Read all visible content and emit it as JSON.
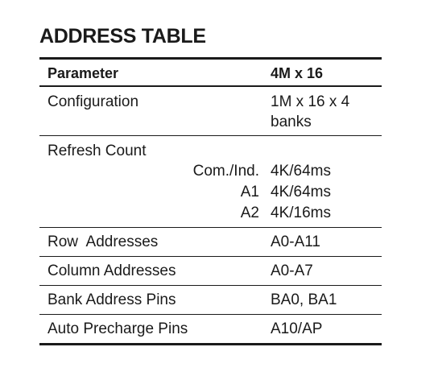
{
  "title": "ADDRESS TABLE",
  "header": {
    "parameter": "Parameter",
    "value": "4M x 16"
  },
  "configuration": {
    "label": "Configuration",
    "value_line1": "1M x 16 x 4",
    "value_line2": "banks"
  },
  "refresh": {
    "label": "Refresh Count",
    "rows": [
      {
        "grade": "Com./Ind.",
        "value": "4K/64ms"
      },
      {
        "grade": "A1",
        "value": "4K/64ms"
      },
      {
        "grade": "A2",
        "value": "4K/16ms"
      }
    ]
  },
  "rows": [
    {
      "label": "Row  Addresses",
      "value": "A0-A11"
    },
    {
      "label": "Column Addresses",
      "value": "A0-A7"
    },
    {
      "label": "Bank Address Pins",
      "value": "BA0, BA1"
    },
    {
      "label": "Auto Precharge Pins",
      "value": "A10/AP"
    }
  ]
}
